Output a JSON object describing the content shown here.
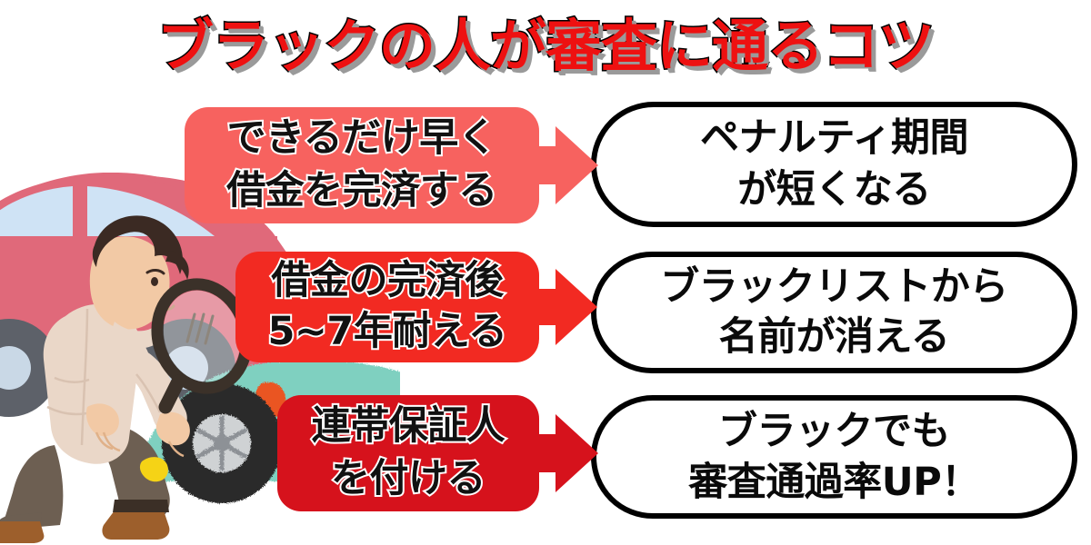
{
  "page": {
    "title": "ブラックの人が審査に通るコツ",
    "background_color": "#ffffff"
  },
  "illustration": {
    "name": "person-inspecting-cars-with-magnifier",
    "pink_car_color": "#e0697a",
    "teal_car_color": "#7fd0c0",
    "window_color": "#cfe3f5",
    "coat_color": "#ead7c8",
    "hair_color": "#3b2a23",
    "pants_color": "#6d5f52",
    "boot_color": "#9d5f2c",
    "tire_color": "#5d6169"
  },
  "steps": [
    {
      "id": "step-1",
      "action_color": "#f7625f",
      "action_lines": [
        "できるだけ早く",
        "借金を完済する"
      ],
      "result_lines": [
        "ペナルティ期間",
        "が短くなる"
      ]
    },
    {
      "id": "step-2",
      "action_color": "#f22a22",
      "action_lines": [
        "借金の完済後",
        "5~7年耐える"
      ],
      "result_lines": [
        "ブラックリストから",
        "名前が消える"
      ]
    },
    {
      "id": "step-3",
      "action_color": "#d6121c",
      "action_lines": [
        "連帯保証人",
        "を付ける"
      ],
      "result_lines": [
        "ブラックでも",
        "審査通過率UP！"
      ]
    }
  ],
  "colors": {
    "title_fill": "#ee1111",
    "title_stroke": "#000000",
    "title_shadow": "#9a9a9a",
    "pill_border": "#000000",
    "pill_fill": "#ffffff",
    "text_dark": "#111111"
  }
}
